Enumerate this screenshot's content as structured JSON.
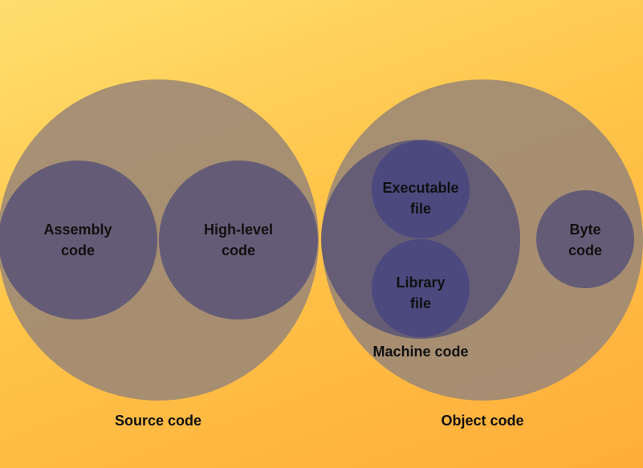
{
  "diagram": {
    "title": "Source code vs Object code",
    "colors": {
      "outer_circle": "#a08a75",
      "inner_circle": "#5e5876",
      "nested_circle": "#4a4880"
    },
    "groups": {
      "source": {
        "label": "Source code",
        "children": {
          "assembly": {
            "label_line1": "Assembly",
            "label_line2": "code"
          },
          "highlevel": {
            "label_line1": "High-level",
            "label_line2": "code"
          }
        }
      },
      "object": {
        "label": "Object code",
        "children": {
          "machine": {
            "label": "Machine code",
            "children": {
              "executable": {
                "label_line1": "Executable",
                "label_line2": "file"
              },
              "library": {
                "label_line1": "Library",
                "label_line2": "file"
              }
            }
          },
          "bytecode": {
            "label_line1": "Byte",
            "label_line2": "code"
          }
        }
      }
    }
  }
}
